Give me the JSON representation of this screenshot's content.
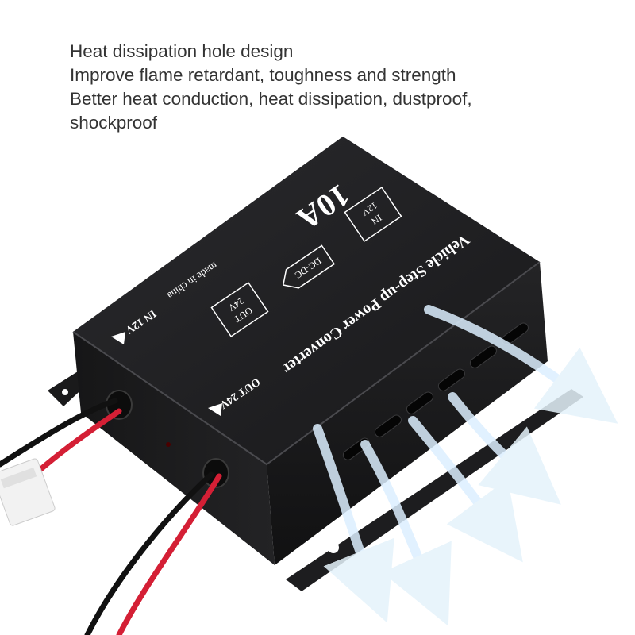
{
  "caption": {
    "lines": [
      "Heat dissipation hole design",
      "Improve flame retardant, toughness and strength",
      "Better heat conduction, heat dissipation, dustproof,",
      "shockproof"
    ]
  },
  "device": {
    "rating": "10A",
    "title": "Vehicle Step-up Power Converter",
    "dcdc": "DC-DC",
    "in_box_top": "IN",
    "in_box_bottom": "12V",
    "out_box_top": "OUT",
    "out_box_bottom": "24V",
    "made_in": "made in china",
    "in_label": "IN 12V",
    "out_label": "OUT 24V"
  },
  "colors": {
    "case": "#1c1c1e",
    "wire_red": "#d41f35",
    "wire_black": "#111111",
    "arrow": "#d8ecf7"
  }
}
